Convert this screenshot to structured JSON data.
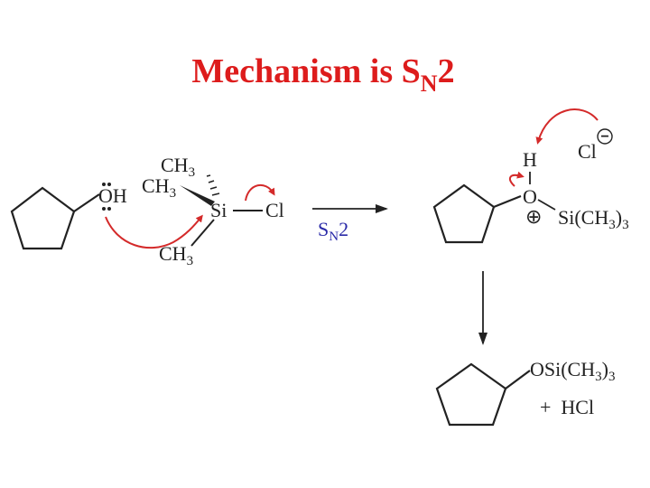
{
  "title": {
    "text": "Mechanism is S",
    "sub": "N",
    "tail": "2",
    "color": "#dd1c1c"
  },
  "reactant": {
    "oh": "OH",
    "ch3_top": "CH",
    "ch3_top_sub": "3",
    "ch3_mid": "CH",
    "ch3_mid_sub": "3",
    "ch3_bot": "CH",
    "ch3_bot_sub": "3",
    "si": "Si",
    "cl": "Cl"
  },
  "arrow_label": {
    "s": "S",
    "sub": "N",
    "num": "2",
    "color": "#2a2aa8"
  },
  "intermediate": {
    "h": "H",
    "o": "O",
    "plus": "⊕",
    "si": "Si(CH",
    "si_sub": "3",
    "si_tail": ")",
    "si_tail_sub": "3",
    "cl": "Cl",
    "minus": "−"
  },
  "product": {
    "osi": "OSi(CH",
    "osi_sub": "3",
    "osi_tail": ")",
    "osi_tail_sub": "3",
    "plus_hcl": "+  HCl"
  },
  "colors": {
    "curved_arrow": "#d42a2a",
    "ink": "#222222"
  }
}
